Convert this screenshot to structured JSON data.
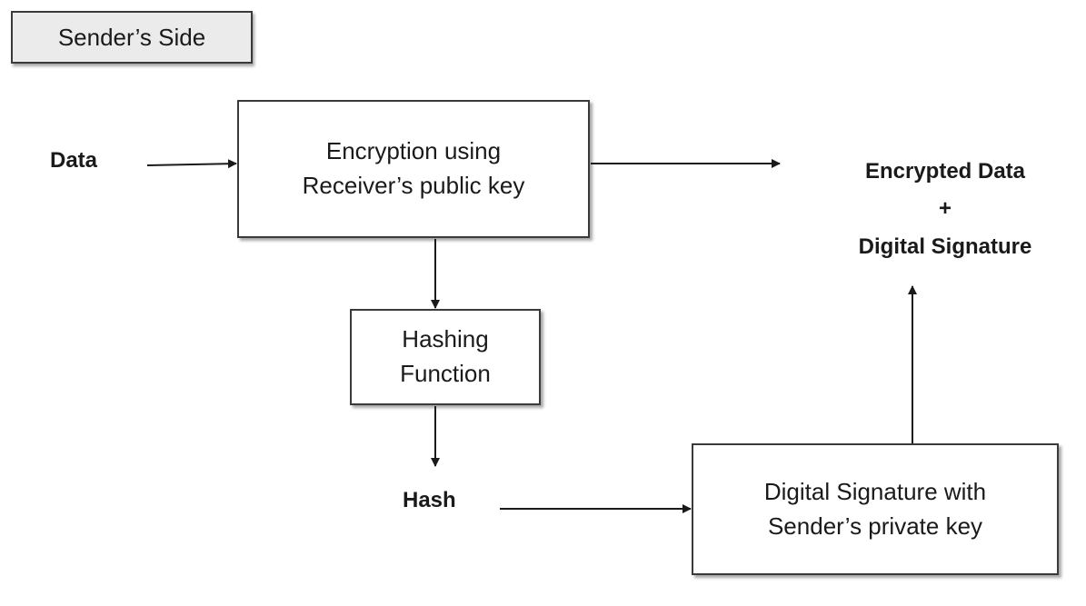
{
  "title": "Sender’s Side",
  "nodes": {
    "encryption": {
      "line1": "Encryption using",
      "line2": "Receiver’s public key"
    },
    "hashing": {
      "line1": "Hashing",
      "line2": "Function"
    },
    "digital_signature": {
      "line1": "Digital Signature with",
      "line2": "Sender’s private key"
    }
  },
  "labels": {
    "data": "Data",
    "hash": "Hash",
    "output_line1": "Encrypted Data",
    "output_plus": "+",
    "output_line2": "Digital Signature"
  },
  "colors": {
    "stroke": "#1a1a1a",
    "title_fill": "#ebebeb"
  }
}
